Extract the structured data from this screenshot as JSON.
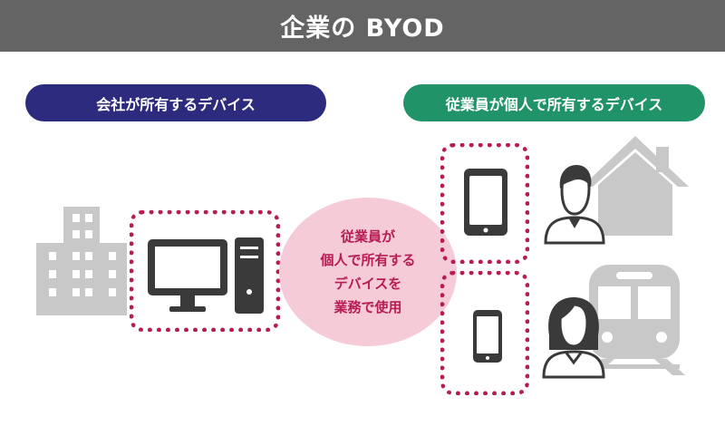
{
  "title": "企業の BYOD",
  "labels": {
    "company_device": "会社が所有するデバイス",
    "personal_device": "従業員が個人で所有するデバイス"
  },
  "center_note": {
    "lines": [
      "従業員が",
      "個人で所有する",
      "デバイスを",
      "業務で使用"
    ]
  },
  "colors": {
    "title_bar": "#646464",
    "company_pill": "#2d2b7e",
    "personal_pill": "#219368",
    "accent": "#b71c55",
    "ellipse": "#f4cbd6",
    "icon_dark": "#3a3a3a",
    "icon_gray": "#c8c8c8"
  },
  "icons": [
    "building-icon",
    "desktop-pc-icon",
    "tablet-icon",
    "smartphone-icon",
    "man-icon",
    "woman-icon",
    "house-icon",
    "train-icon"
  ]
}
